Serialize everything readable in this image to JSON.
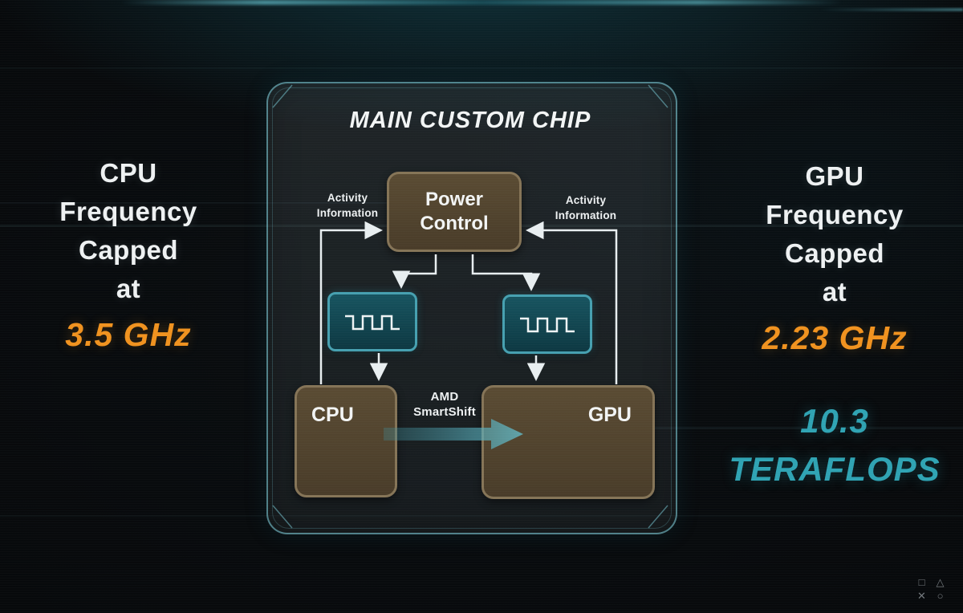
{
  "left_panel": {
    "caption": "CPU\nFrequency\nCapped\nat",
    "value": "3.5 GHz"
  },
  "right_panel": {
    "caption": "GPU\nFrequency\nCapped\nat",
    "value": "2.23 GHz",
    "teraflops": "10.3\nTERAFLOPS"
  },
  "chip": {
    "title": "MAIN CUSTOM CHIP",
    "power_control_label": "Power\nControl",
    "cpu_label": "CPU",
    "gpu_label": "GPU",
    "activity_info_left": "Activity\nInformation",
    "activity_info_right": "Activity\nInformation",
    "smartshift_label": "AMD\nSmartShift"
  },
  "icons": {
    "clock_wave": "square-wave-icon",
    "logo_glyphs": [
      "□",
      "△",
      "✕",
      "○"
    ]
  },
  "colors": {
    "accent_orange": "#f0921f",
    "accent_teal": "#2fa3b3",
    "frame_teal": "#7dd2de",
    "box_brown": "#55462e",
    "clock_teal": "#14505e"
  }
}
